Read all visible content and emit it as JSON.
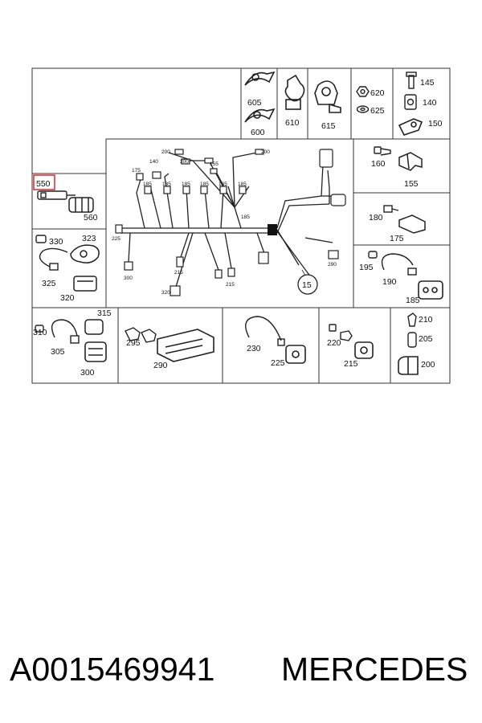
{
  "diagram": {
    "highlight_color": "#e0161b",
    "main_callout": "15",
    "labels": {
      "p605": "605",
      "p600": "600",
      "p610": "610",
      "p615": "615",
      "p620": "620",
      "p625": "625",
      "p145": "145",
      "p140": "140",
      "p150": "150",
      "p550": "550",
      "p560": "560",
      "p160": "160",
      "p155": "155",
      "p180": "180",
      "p175": "175",
      "p330": "330",
      "p323": "323",
      "p325": "325",
      "p320": "320",
      "p195": "195",
      "p190": "190",
      "p185": "185",
      "p310": "310",
      "p315": "315",
      "p305": "305",
      "p300": "300",
      "p295": "295",
      "p290": "290",
      "p230": "230",
      "p225": "225",
      "p220": "220",
      "p215": "215",
      "p210": "210",
      "p205": "205",
      "p200": "200"
    },
    "harness_labels": {
      "h200a": "200",
      "h200b": "200",
      "h200c": "200",
      "h140": "140",
      "h155": "155",
      "h175": "175",
      "h185a": "185",
      "h185b": "185",
      "h185c": "185",
      "h185d": "185",
      "h185e": "185",
      "h185f": "185",
      "h185g": "185",
      "h225": "225",
      "h300": "300",
      "h215a": "215",
      "h215b": "215",
      "h320": "320",
      "h290": "290"
    }
  },
  "footer": {
    "part_number": "A0015469941",
    "brand": "MERCEDES"
  }
}
